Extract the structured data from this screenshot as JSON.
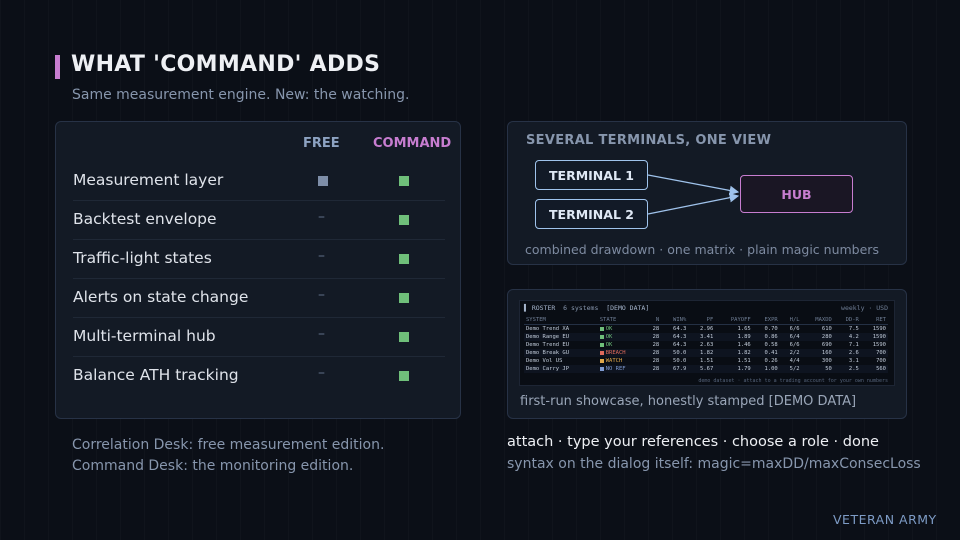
{
  "title": "WHAT 'COMMAND' ADDS",
  "subtitle": "Same measurement engine. New: the watching.",
  "comparison": {
    "col_free": "FREE",
    "col_command": "COMMAND",
    "dash": "–",
    "rows": [
      {
        "label": "Measurement layer",
        "free": true,
        "command": true
      },
      {
        "label": "Backtest envelope",
        "free": false,
        "command": true
      },
      {
        "label": "Traffic-light states",
        "free": false,
        "command": true
      },
      {
        "label": "Alerts on state change",
        "free": false,
        "command": true
      },
      {
        "label": "Multi-terminal hub",
        "free": false,
        "command": true
      },
      {
        "label": "Balance ATH tracking",
        "free": false,
        "command": true
      }
    ],
    "colors": {
      "free": "#7e8ea8",
      "command": "#6fbf7a"
    }
  },
  "footer_left": {
    "line1": "Correlation Desk: free measurement edition.",
    "line2": "Command Desk: the monitoring edition."
  },
  "terminals_panel": {
    "heading": "SEVERAL TERMINALS, ONE VIEW",
    "terminal1": "TERMINAL 1",
    "terminal2": "TERMINAL 2",
    "hub": "HUB",
    "caption": "combined drawdown · one matrix · plain magic numbers"
  },
  "roster_panel": {
    "header_title": "ROSTER",
    "header_count": "6 systems",
    "header_tag": "[DEMO DATA]",
    "header_right": "weekly · USD",
    "columns": [
      "SYSTEM",
      "STATE",
      "N",
      "WIN%",
      "PF",
      "PAYOFF",
      "EXPR",
      "H/L",
      "MAXDD",
      "DD-R",
      "RET"
    ],
    "rows": [
      {
        "system": "Demo Trend XA",
        "state": "OK",
        "color": "#6fbf7a",
        "cells": [
          "28",
          "64.3",
          "2.96",
          "1.65",
          "0.70",
          "6/6",
          "610",
          "7.5",
          "1590"
        ]
      },
      {
        "system": "Demo Range EU",
        "state": "OK",
        "color": "#6fbf7a",
        "cells": [
          "28",
          "64.3",
          "3.41",
          "1.89",
          "0.86",
          "6/4",
          "280",
          "4.2",
          "1590"
        ]
      },
      {
        "system": "Demo Trend EU",
        "state": "OK",
        "color": "#6fbf7a",
        "cells": [
          "28",
          "64.3",
          "2.63",
          "1.46",
          "0.58",
          "6/6",
          "690",
          "7.1",
          "1590"
        ]
      },
      {
        "system": "Demo Break GU",
        "state": "BREACH",
        "color": "#e06a5c",
        "cells": [
          "28",
          "50.0",
          "1.82",
          "1.82",
          "0.41",
          "2/2",
          "160",
          "2.6",
          "700"
        ]
      },
      {
        "system": "Demo Vol US",
        "state": "WATCH",
        "color": "#e0a84a",
        "cells": [
          "28",
          "50.0",
          "1.51",
          "1.51",
          "0.26",
          "4/4",
          "300",
          "3.1",
          "700"
        ]
      },
      {
        "system": "Demo Carry JP",
        "state": "NO REF",
        "color": "#7e9ad0",
        "cells": [
          "28",
          "67.9",
          "5.67",
          "1.79",
          "1.00",
          "5/2",
          "50",
          "2.5",
          "560"
        ]
      }
    ],
    "note": "demo dataset · attach to a trading account for your own numbers",
    "caption": "first-run showcase, honestly stamped [DEMO DATA]"
  },
  "steps": "attach · type your references · choose a role · done",
  "syntax": "syntax on the dialog itself:  magic=maxDD/maxConsecLoss",
  "brand": "VETERAN ARMY"
}
